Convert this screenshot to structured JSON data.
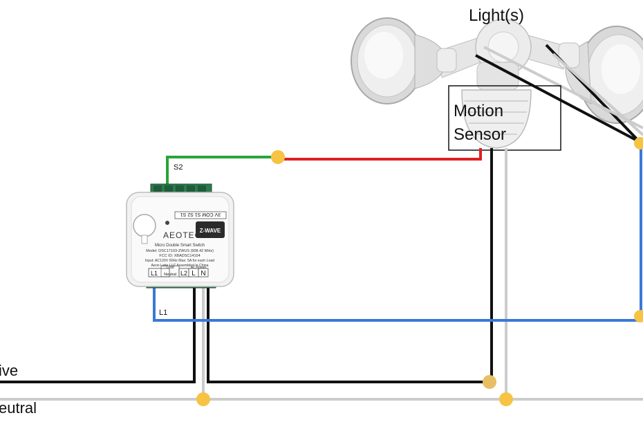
{
  "labels": {
    "lights": "Light(s)",
    "motion_line1": "Motion",
    "motion_line2": "Sensor",
    "s2": "S2",
    "l1": "L1",
    "live": "ive",
    "neutral": "eutral"
  },
  "device": {
    "brand": "AEOTEC",
    "badge": "Z-WAVE",
    "top_terminals": "3V COM S1 S2 S1",
    "line1": "Micro Double Smart Switch",
    "line2": "Model: DSC17103-ZWUS (908.42 MHz)",
    "line3": "FCC ID: XBADSC14104",
    "line4": "Input: AC120V 60Hz  Max: 5A for each Load",
    "line5": "Aeon Labs LLC   Assembled in China",
    "load_header": "Load",
    "acpower_header": "AC Power",
    "t_l1": "L1",
    "t_neutral": "Neutral",
    "t_l2": "L2",
    "t_l": "L",
    "t_n": "N"
  },
  "colors": {
    "live_wire": "#111111",
    "neutral_wire": "#cccccc",
    "s2_wire": "#2aa43a",
    "switched_wire": "#dd2020",
    "load_wire": "#3b78d8",
    "junction": "#f6c343"
  }
}
